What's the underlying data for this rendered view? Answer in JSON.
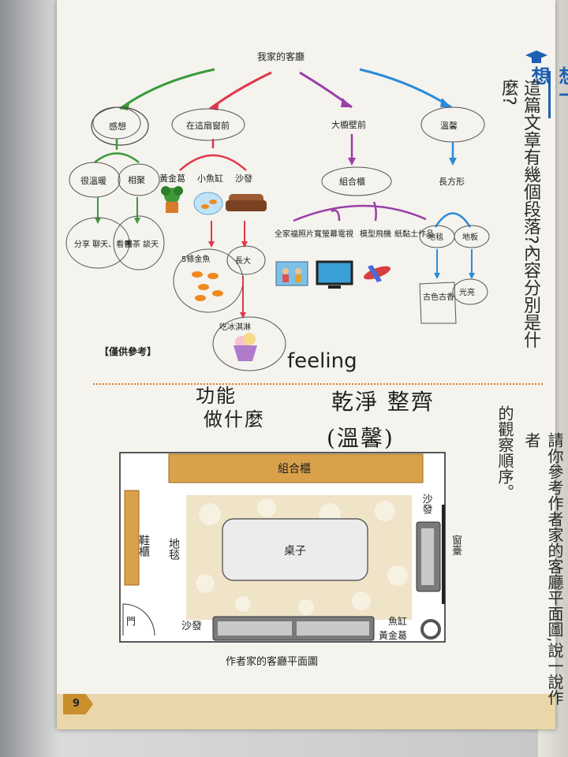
{
  "section": {
    "title": "想一想"
  },
  "questions": {
    "q1": "這篇文章有幾個段落?內容分別是什麼?",
    "q2_col1": "請你參考作者家的客廳平面圖,說一說作者",
    "q2_col2": "的觀察順序。"
  },
  "mindmap": {
    "root": "我家的客廳",
    "branches": [
      {
        "label": "感想",
        "children": [
          "很溫暖",
          "相聚"
        ],
        "leaves": [
          "分享 聊天、看書",
          "喝茶 談天"
        ]
      },
      {
        "label": "在這扇窗前",
        "children": [
          "黃金葛",
          "小魚缸",
          "沙發"
        ],
        "leaves": [
          "5條金魚",
          "長大",
          "吃冰淇淋"
        ]
      },
      {
        "label": "大櫥壁前",
        "children": [
          "組合櫃"
        ],
        "leaves": [
          "全家福照片",
          "寬螢幕電視",
          "模型飛機",
          "紙黏土作品"
        ]
      },
      {
        "label": "溫馨",
        "children": [
          "長方形"
        ],
        "leaves": [
          "地毯",
          "地板",
          "古色古香",
          "光亮"
        ]
      }
    ],
    "reference_note": "【僅供參考】",
    "feeling_note": "feeling"
  },
  "handwritten": {
    "line1": "功能",
    "line2": "做什麼",
    "line3": "乾淨 整齊",
    "line4": "(溫馨)"
  },
  "floorplan": {
    "cabinet": "組合櫃",
    "table": "桌子",
    "shoe_cabinet": "鞋櫃",
    "carpet": "地毯",
    "sofa_right": "沙發",
    "windowsill": "窗臺",
    "door": "門",
    "sofa_bottom": "沙發",
    "fish_tank": "魚缸",
    "pothos": "黃金葛",
    "caption": "作者家的客廳平面圖"
  },
  "page_number": "9",
  "colors": {
    "cabinet": "#d9a24a",
    "accent_blue": "#1c5fb3",
    "page_num": "#c98f2c",
    "carpet": "#efe3c8"
  }
}
